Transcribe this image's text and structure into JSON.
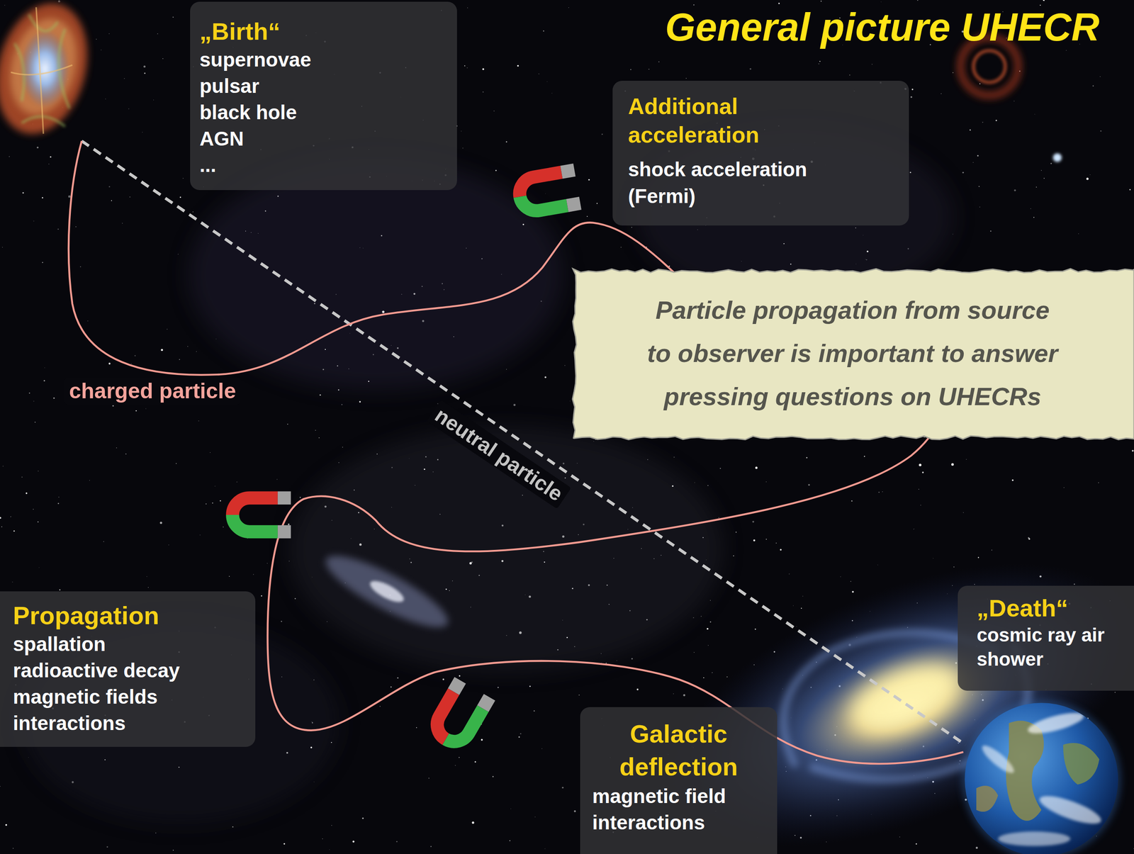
{
  "diagram": {
    "title": "General picture UHECR",
    "nodes": [
      {
        "text": [
          "„Birth“",
          "supernovae",
          "pulsar",
          "black hole",
          "AGN",
          "..."
        ]
      },
      {
        "text": [
          "Additional acceleration",
          "shock acceleration (Fermi)"
        ]
      },
      {
        "text": [
          "Particle propagation from source to observer is important to answer pressing questions on UHECRs"
        ]
      },
      {
        "text": [
          "Propagation",
          "spallation",
          "radioactive decay",
          "magnetic fields",
          "interactions"
        ]
      },
      {
        "text": [
          "Galactic deflection",
          "magnetic field",
          "interactions"
        ]
      },
      {
        "text": [
          "„Death“",
          "cosmic ray air shower"
        ]
      }
    ],
    "labels": [
      "charged particle",
      "neutral particle"
    ]
  }
}
